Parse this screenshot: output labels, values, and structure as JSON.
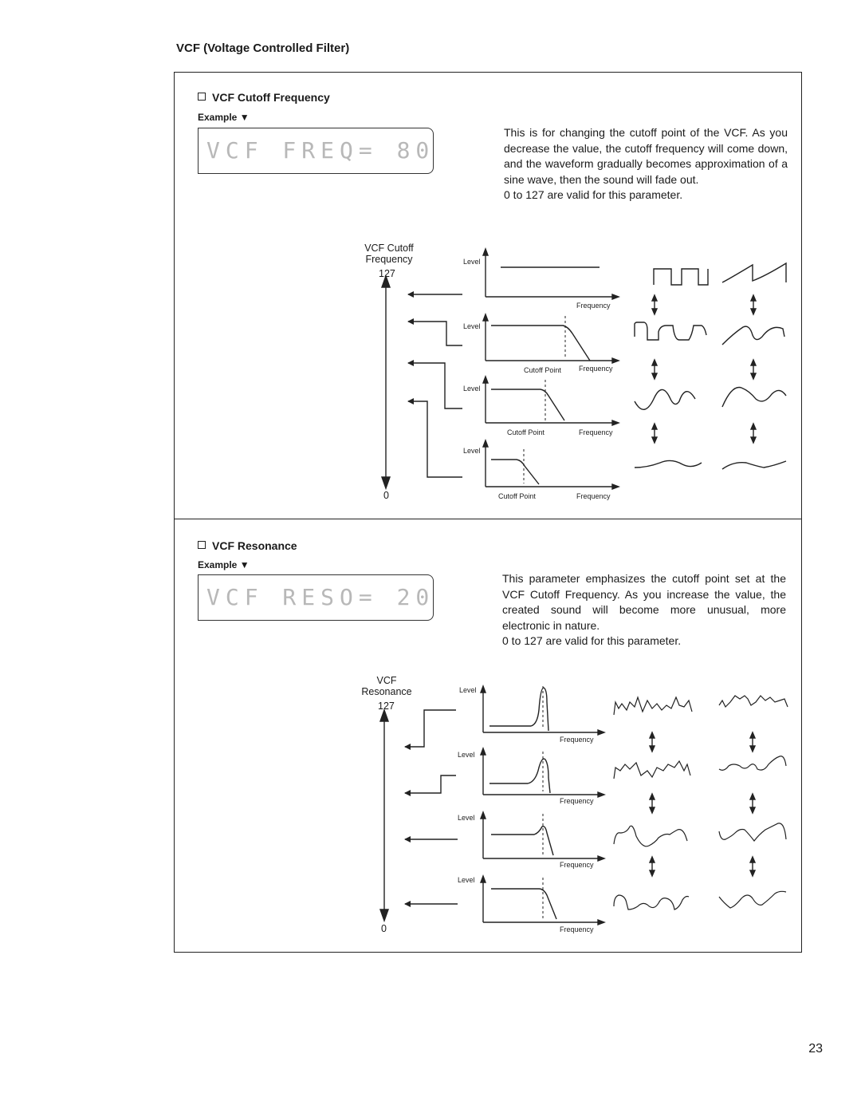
{
  "page_heading": "VCF (Voltage Controlled Filter)",
  "cutoff": {
    "title": "VCF Cutoff Frequency",
    "example": "Example ▼",
    "lcd": "VCF FREQ= 80",
    "paragraph": "This is for changing the cutoff point of the VCF. As you decrease the value, the cutoff frequency will come down, and the waveform gradually becomes approximation of a sine wave, then the sound will fade out.",
    "valid_range": "0 to 127 are valid for this parameter.",
    "axis_label": "VCF Cutoff Frequency",
    "max": "127",
    "min": "0",
    "graph_labels": {
      "level": "Level",
      "frequency": "Frequency",
      "cutoff_point": "Cutoff Point"
    }
  },
  "resonance": {
    "title": "VCF Resonance",
    "example": "Example ▼",
    "lcd": "VCF RESO= 20",
    "paragraph": "This parameter emphasizes the cutoff point set at the VCF Cutoff Frequency. As you increase the value, the created sound will become more unusual, more electronic in nature.",
    "valid_range": "0 to 127 are valid for this parameter.",
    "axis_label": "VCF Resonance",
    "max": "127",
    "min": "0",
    "graph_labels": {
      "level": "Level",
      "frequency": "Frequency"
    }
  },
  "page_number": "23"
}
